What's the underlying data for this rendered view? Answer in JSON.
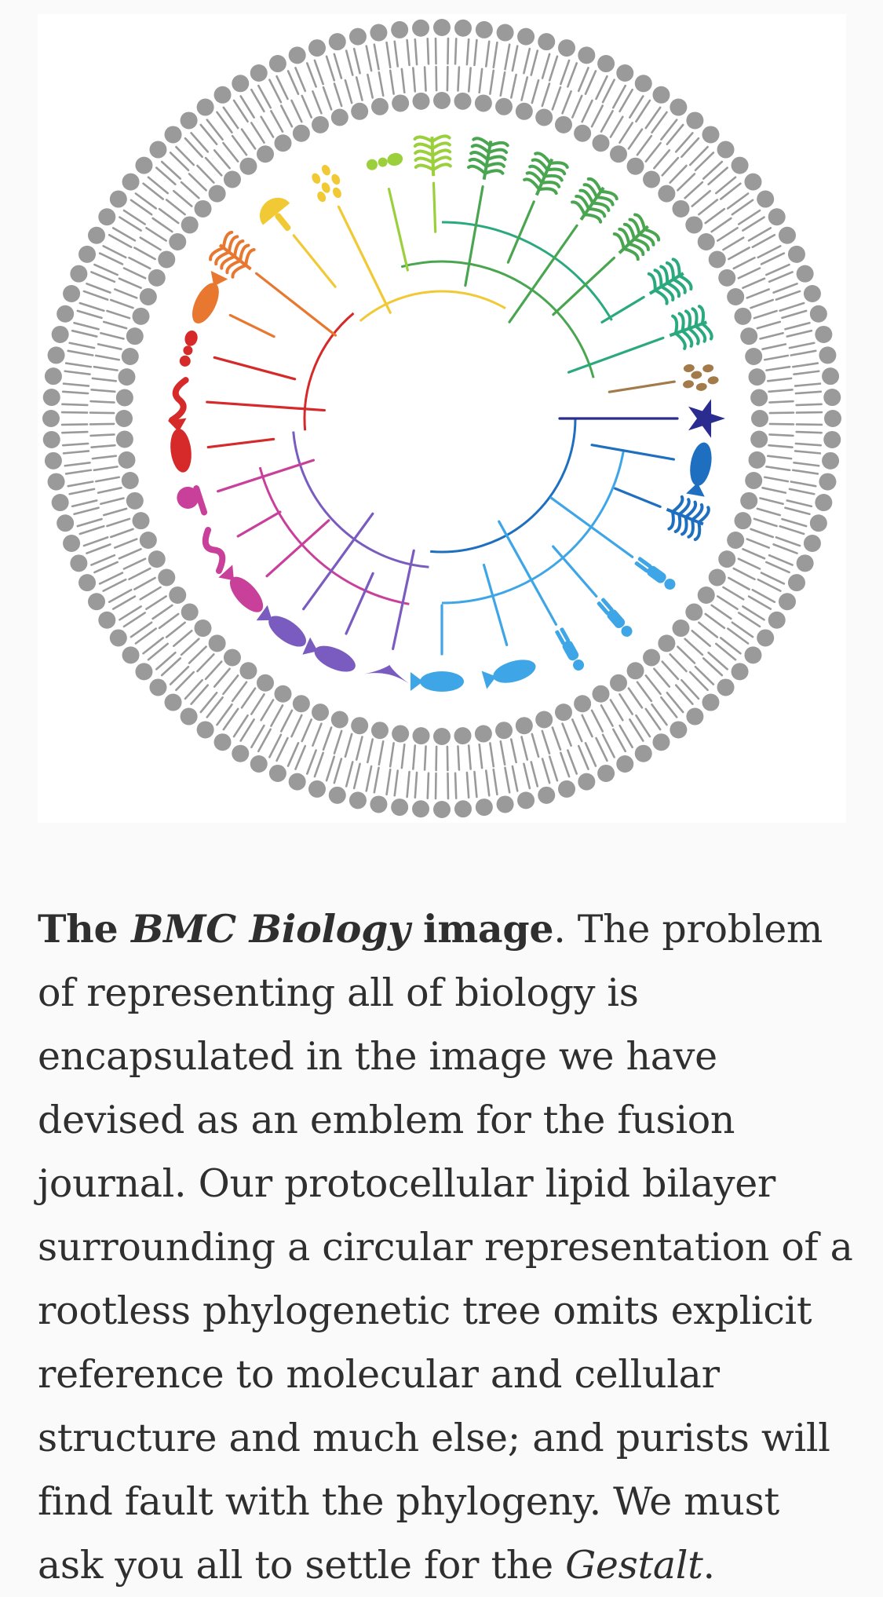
{
  "figure": {
    "name": "BMC Biology emblem",
    "colors": {
      "membrane": "#9a9a9a",
      "red": "#d62a2a",
      "orange": "#e8772f",
      "yellow": "#f1c935",
      "lime": "#9bcf3c",
      "green": "#49a54f",
      "teal": "#2aa97f",
      "brown": "#a37a4a",
      "navy": "#2a2c8f",
      "blue": "#1f6fc0",
      "skyblue": "#3ea6e6",
      "violet": "#7a5bc0",
      "magenta": "#c8409a"
    },
    "organisms": [
      "starfish-icon",
      "fish-icon",
      "frog-icon",
      "kangaroo-icon",
      "monkey-icon",
      "human-icon",
      "cow-icon",
      "whale-icon",
      "bird-icon",
      "crocodile-icon",
      "iguana-icon",
      "lizard-icon",
      "snake-icon",
      "snail-icon",
      "shrimp-icon",
      "centipede-icon",
      "ant-icon",
      "jellyfish-icon",
      "coral-icon",
      "mushroom-icon",
      "yeast-icon",
      "plant-icon",
      "sprig-icon",
      "flower-icon",
      "seedling-icon",
      "conifer-icon",
      "fern-icon",
      "moss-icon",
      "alga-icon",
      "bacteria-icon"
    ]
  },
  "caption": {
    "bold_prefix": "The ",
    "bold_italic": "BMC Biology",
    "bold_suffix": " image",
    "text": ". The problem of representing all of biology is encapsulated in the image we have devised as an emblem for the fusion journal. Our protocellular lipid bilayer surrounding a circular representation of a rootless phylogenetic tree omits explicit reference to molecular and cellular structure and much else; and purists will find fault with the phylogeny. We must ask you all to settle for the ",
    "italic_end": "Gestalt",
    "end": "."
  }
}
